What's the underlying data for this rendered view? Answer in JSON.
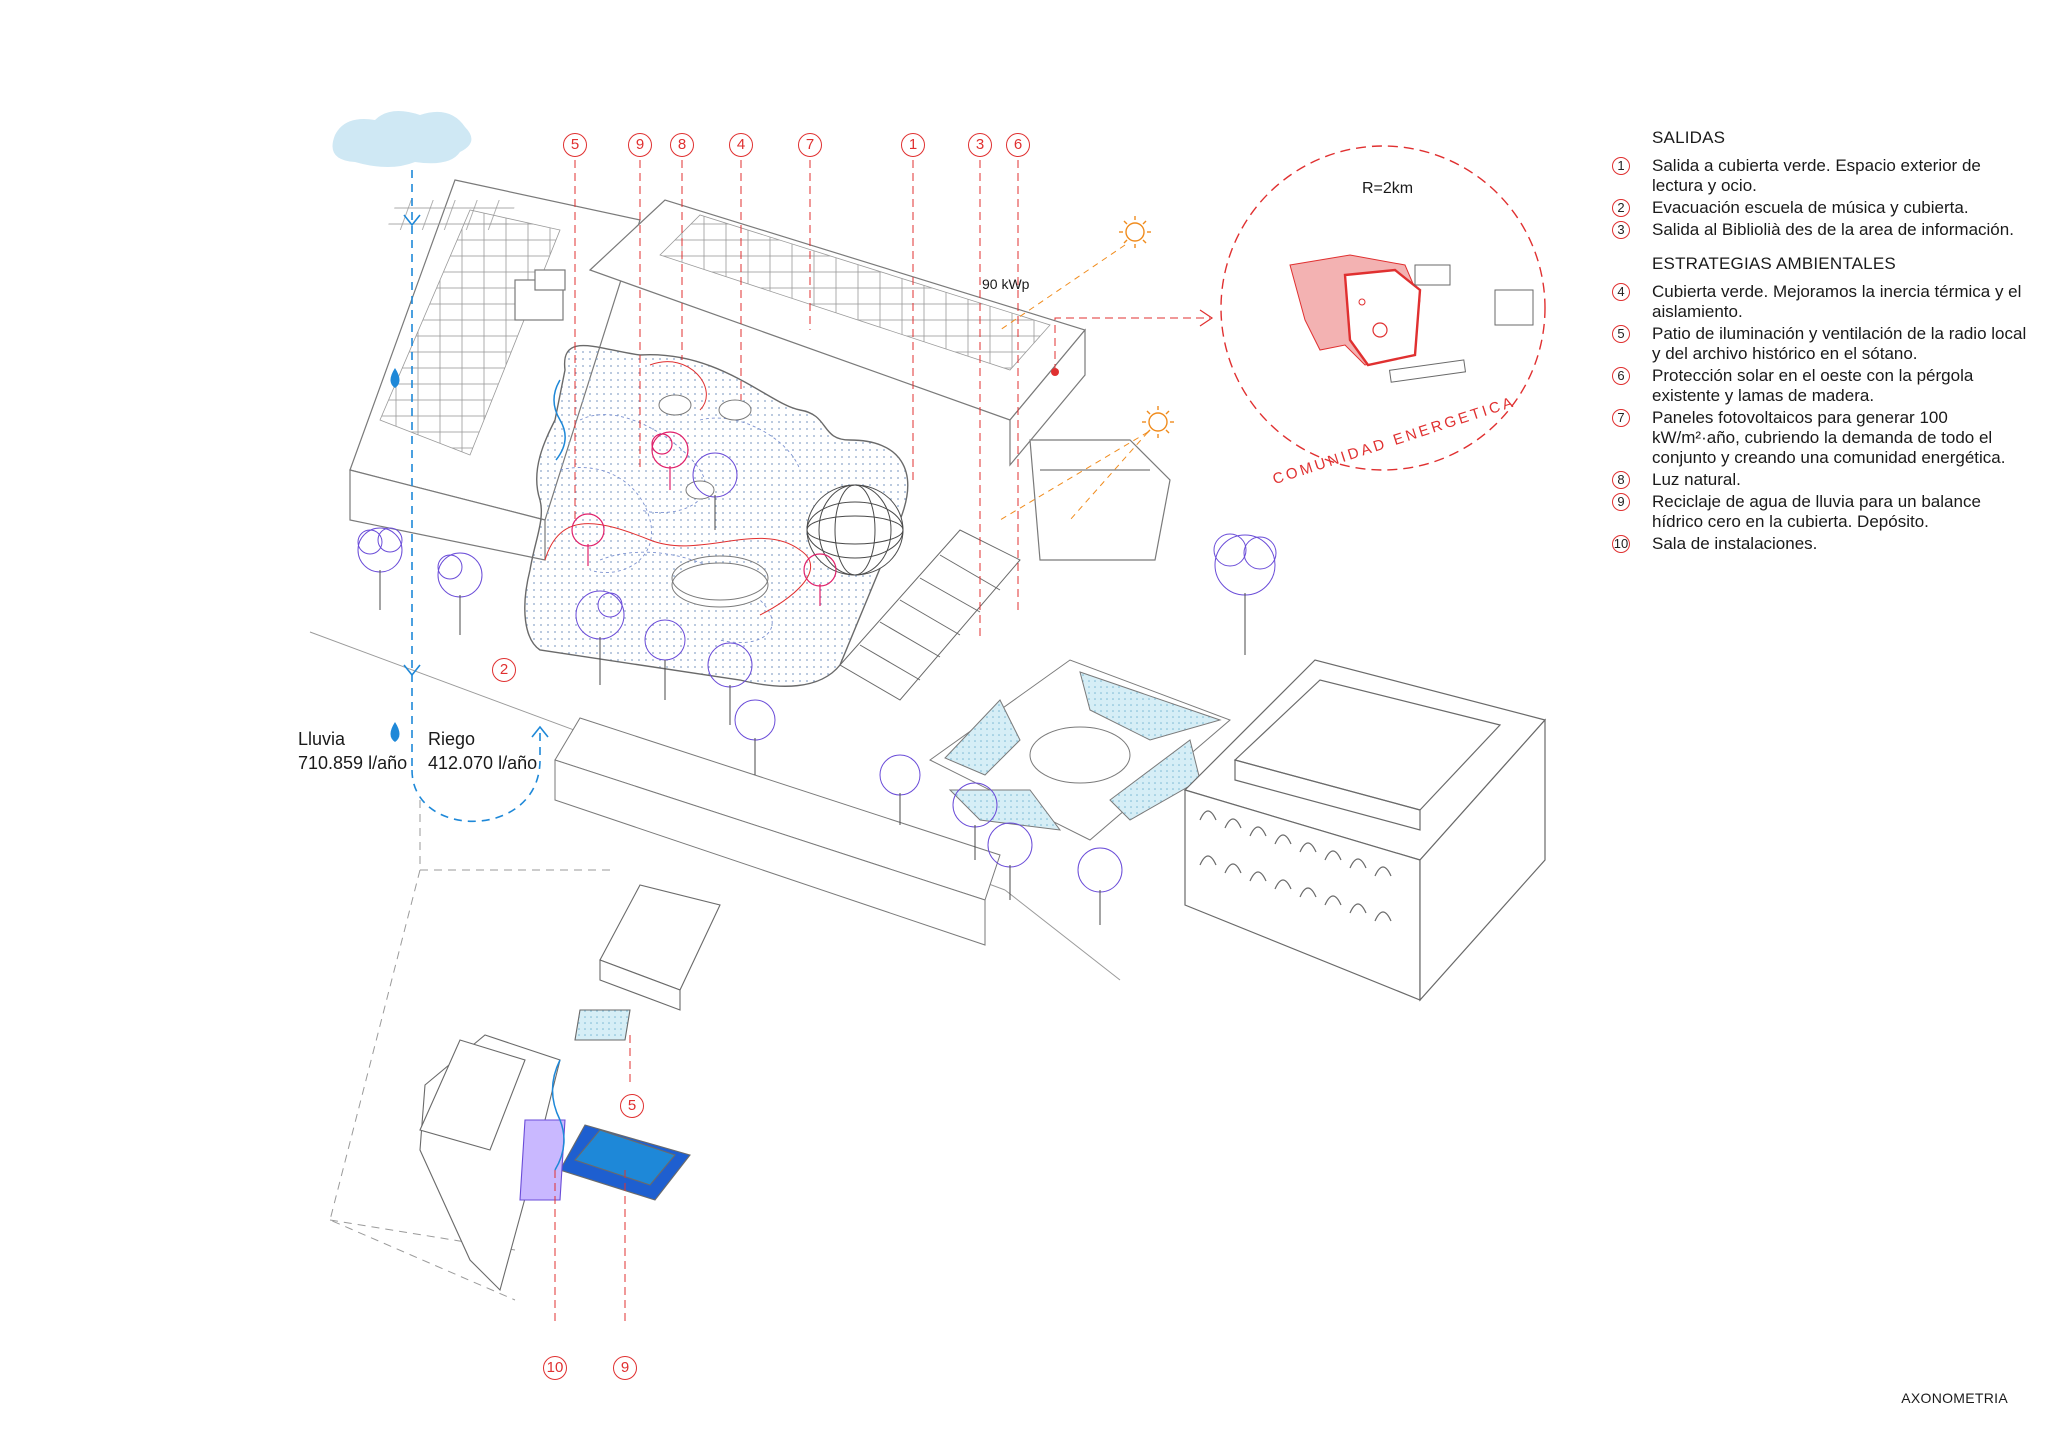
{
  "legend": {
    "salidas_title": "SALIDAS",
    "salidas": [
      {
        "num": "1",
        "text": "Salida a cubierta verde. Espacio exterior de lectura y ocio."
      },
      {
        "num": "2",
        "text": "Evacuación escuela de música y cubierta."
      },
      {
        "num": "3",
        "text": "Salida al Bibliolià des de la area de información."
      }
    ],
    "estrategias_title": "ESTRATEGIAS AMBIENTALES",
    "estrategias": [
      {
        "num": "4",
        "text": "Cubierta verde. Mejoramos la inercia térmica y el aislamiento."
      },
      {
        "num": "5",
        "text": "Patio de iluminación y ventilación de la radio local y del archivo histórico en el sótano."
      },
      {
        "num": "6",
        "text": "Protección solar en el oeste con la pérgola existente y lamas de madera."
      },
      {
        "num": "7",
        "text": "Paneles fotovoltaicos para generar 100 kW/m²·año, cubriendo la demanda de todo el conjunto y creando una comunidad energética."
      },
      {
        "num": "8",
        "text": "Luz natural."
      },
      {
        "num": "9",
        "text": "Reciclaje de agua de lluvia para un balance hídrico cero en la cubierta. Depósito."
      },
      {
        "num": "10",
        "text": "Sala de instalaciones."
      }
    ]
  },
  "callouts_top": [
    "5",
    "9",
    "8",
    "4",
    "7",
    "1",
    "3",
    "6"
  ],
  "callout_2": "2",
  "callouts_bottom": {
    "left": "10",
    "right": "9",
    "patio": "5"
  },
  "energy": {
    "pv_label": "90 kWp",
    "radius_label": "R=2km",
    "community_label": "COMUNIDAD ENERGETICA"
  },
  "water": {
    "rain_label": "Lluvia",
    "rain_value": "710.859 l/año",
    "irrigation_label": "Riego",
    "irrigation_value": "412.070 l/año"
  },
  "caption": "AXONOMETRIA",
  "colors": {
    "red": "#e03030",
    "blue": "#1e88d8",
    "violet": "#6a4cd8",
    "magenta": "#e0206a",
    "sun": "#f08c1e",
    "cloud": "#cfe8f4",
    "line": "#8a8a8a"
  }
}
